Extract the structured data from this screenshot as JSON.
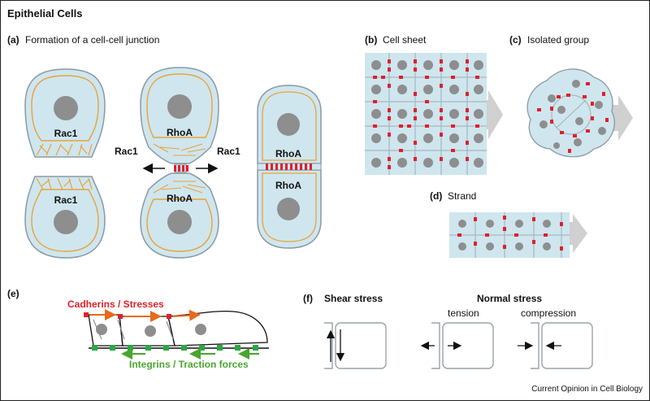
{
  "title": "Epithelial Cells",
  "panel_a": {
    "letter": "(a)",
    "title": "Formation of a cell-cell junction",
    "labels": {
      "left_top": "Rac1",
      "left_bottom": "Rac1",
      "mid_top": "RhoA",
      "mid_bottom": "RhoA",
      "mid_left": "Rac1",
      "mid_right": "Rac1",
      "right_top": "RhoA",
      "right_bottom": "RhoA"
    }
  },
  "panel_b": {
    "letter": "(b)",
    "title": "Cell sheet"
  },
  "panel_c": {
    "letter": "(c)",
    "title": "Isolated group"
  },
  "panel_d": {
    "letter": "(d)",
    "title": "Strand"
  },
  "panel_e": {
    "letter": "(e)",
    "top_label": "Cadherins / Stresses",
    "bottom_label": "Integrins /  Traction forces"
  },
  "panel_f": {
    "letter": "(f)",
    "shear_title": "Shear stress",
    "normal_title": "Normal stress",
    "tension": "tension",
    "compression": "compression"
  },
  "footer": "Current Opinion in Cell Biology",
  "colors": {
    "cell_fill": "#cfe6ef",
    "cell_stroke": "#8a9aa4",
    "nucleus": "#8e8e8e",
    "actin": "#e8a33a",
    "cadherin": "#e0202a",
    "integrin": "#2aa845",
    "force_orange": "#e56a1c",
    "traction_green": "#4aa52e",
    "arrow_gray": "#d0d0d0"
  }
}
